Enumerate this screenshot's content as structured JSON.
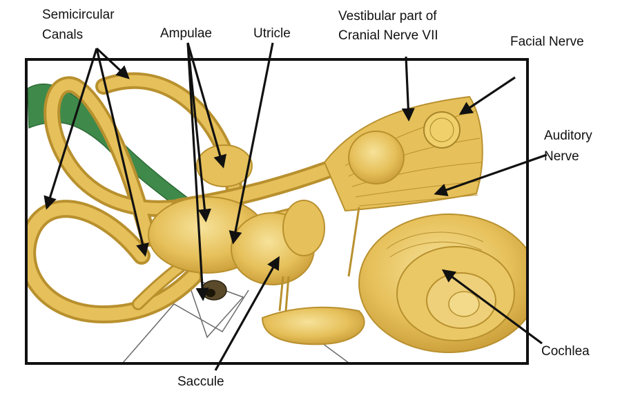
{
  "labels": {
    "semicircular_canals_line1": "Semicircular",
    "semicircular_canals_line2": "Canals",
    "ampulae": "Ampulae",
    "utricle": "Utricle",
    "vestibular_line1": "Vestibular part of",
    "vestibular_line2": "Cranial Nerve VII",
    "facial_nerve": "Facial Nerve",
    "auditory_line1": "Auditory",
    "auditory_line2": "Nerve",
    "cochlea": "Cochlea",
    "saccule": "Saccule"
  },
  "colors": {
    "tissue": "#e6c05a",
    "tissue_dark": "#b8902e",
    "tissue_light": "#f3da86",
    "vessel": "#3f8a4a",
    "frame": "#111111",
    "arrow": "#111111"
  }
}
